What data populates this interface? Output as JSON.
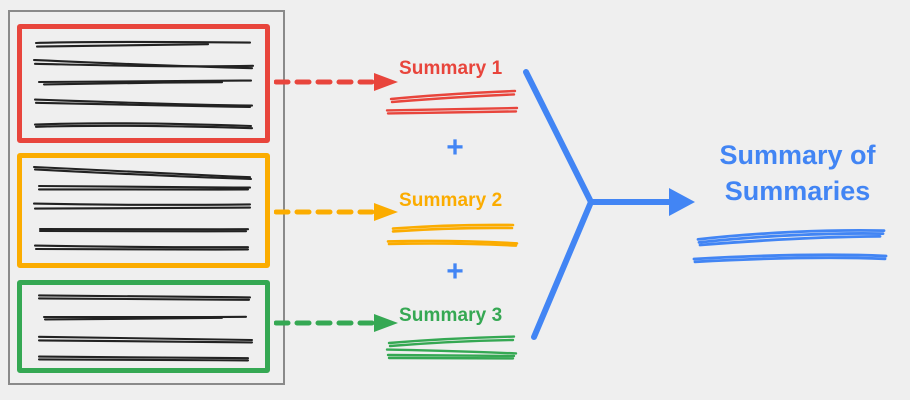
{
  "diagram": {
    "title": "Summary of Summaries",
    "background_color": "#efefef",
    "container": {
      "name": "source-documents-container",
      "border_color": "#8a8a8a"
    },
    "document_groups": [
      {
        "id": "group-1",
        "color": "#e8453c",
        "color_name": "red",
        "line_count": 5,
        "arrow_style": "dashed"
      },
      {
        "id": "group-2",
        "color": "#fbac00",
        "color_name": "orange",
        "line_count": 5,
        "arrow_style": "dashed"
      },
      {
        "id": "group-3",
        "color": "#35a853",
        "color_name": "green",
        "line_count": 4,
        "arrow_style": "dashed"
      }
    ],
    "summaries": [
      {
        "label": "Summary 1",
        "color": "#e8453c"
      },
      {
        "label": "Summary 2",
        "color": "#fbac00"
      },
      {
        "label": "Summary 3",
        "color": "#35a853"
      }
    ],
    "operators": [
      {
        "symbol": "+",
        "color": "#4285f4"
      },
      {
        "symbol": "+",
        "color": "#4285f4"
      }
    ],
    "final_output": {
      "line1": "Summary of",
      "line2": "Summaries",
      "color": "#4285f4"
    },
    "connector": {
      "name": "merge-connector",
      "color": "#4285f4",
      "style": "solid-arrow"
    }
  }
}
